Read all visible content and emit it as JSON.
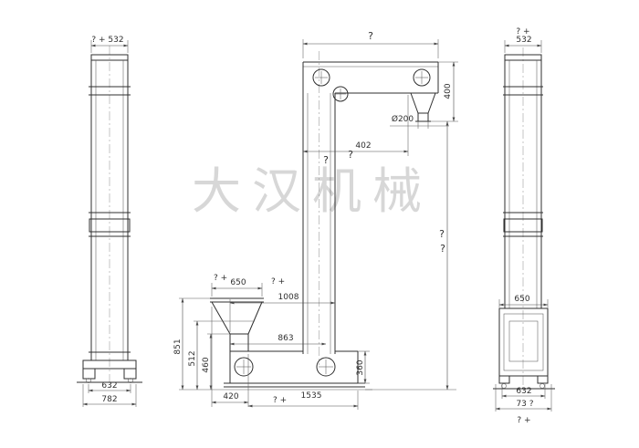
{
  "watermark": "大汉机械",
  "left_view": {
    "dim_top": "? + 532",
    "dim_base_inner": "632",
    "dim_base_outer": "782"
  },
  "front_view": {
    "dim_top_span": "?",
    "dim_head_height": "400",
    "dim_outlet_diameter": "Ø200",
    "dim_head_width": "402",
    "dim_unknown_a": "?",
    "dim_unknown_b": "?",
    "dim_total_height_a": "?",
    "dim_total_height_b": "?",
    "dim_hopper_prefix": "? +",
    "dim_hopper_width": "650",
    "dim_inlet_prefix": "? +",
    "dim_inlet_span": "1008",
    "dim_boot_span": "863",
    "dim_height_outer": "851",
    "dim_height_mid": "512",
    "dim_height_inner": "460",
    "dim_base_left": "420",
    "dim_base_prefix": "? +",
    "dim_base_span": "1535",
    "dim_boot_height": "360"
  },
  "right_view": {
    "dim_top_prefix": "? +",
    "dim_top": "532",
    "dim_boot_width": "650",
    "dim_base_inner": "632",
    "dim_base_outer": "73 ?",
    "dim_bottom_note": "? +"
  }
}
